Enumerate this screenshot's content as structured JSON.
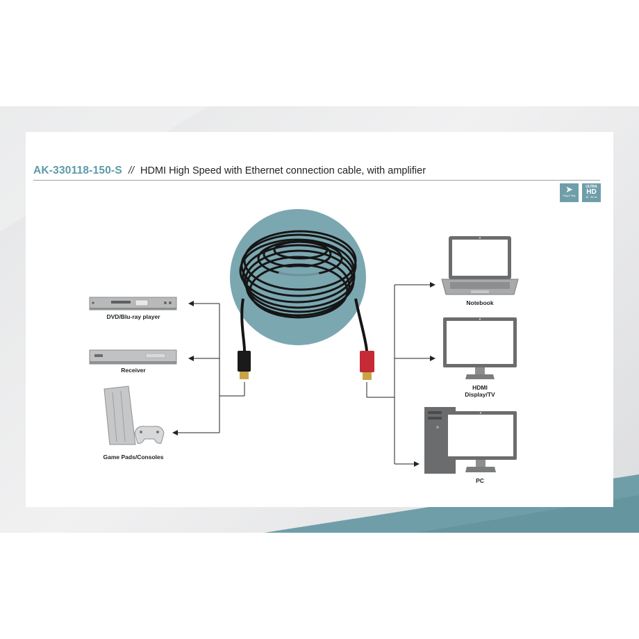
{
  "header": {
    "product_code": "AK-330118-150-S",
    "separator": "//",
    "description": "HDMI High Speed with Ethernet connection cable, with amplifier"
  },
  "badges": {
    "plug_play": {
      "caption": "Plug & Play",
      "icon": "arrow-right-icon"
    },
    "ultra_hd": {
      "line1": "ULTRA",
      "line2": "HD",
      "caption": "4K · 60 Hz"
    }
  },
  "sources": [
    {
      "label": "DVD/Blu-ray player",
      "icon": "dvd-player-icon"
    },
    {
      "label": "Receiver",
      "icon": "receiver-icon"
    },
    {
      "label": "Game Pads/Consoles",
      "icon": "game-console-icon"
    }
  ],
  "displays": [
    {
      "label": "Notebook",
      "icon": "notebook-icon"
    },
    {
      "label_line1": "HDMI",
      "label_line2": "Display/TV",
      "icon": "monitor-icon"
    },
    {
      "label": "PC",
      "icon": "pc-tower-icon"
    }
  ],
  "colors": {
    "accent": "#5c9aa8",
    "circle": "#7ba7b1",
    "connector_left": "#1a1a1a",
    "connector_right": "#c62a35",
    "stripe": "#6f9ea9"
  }
}
